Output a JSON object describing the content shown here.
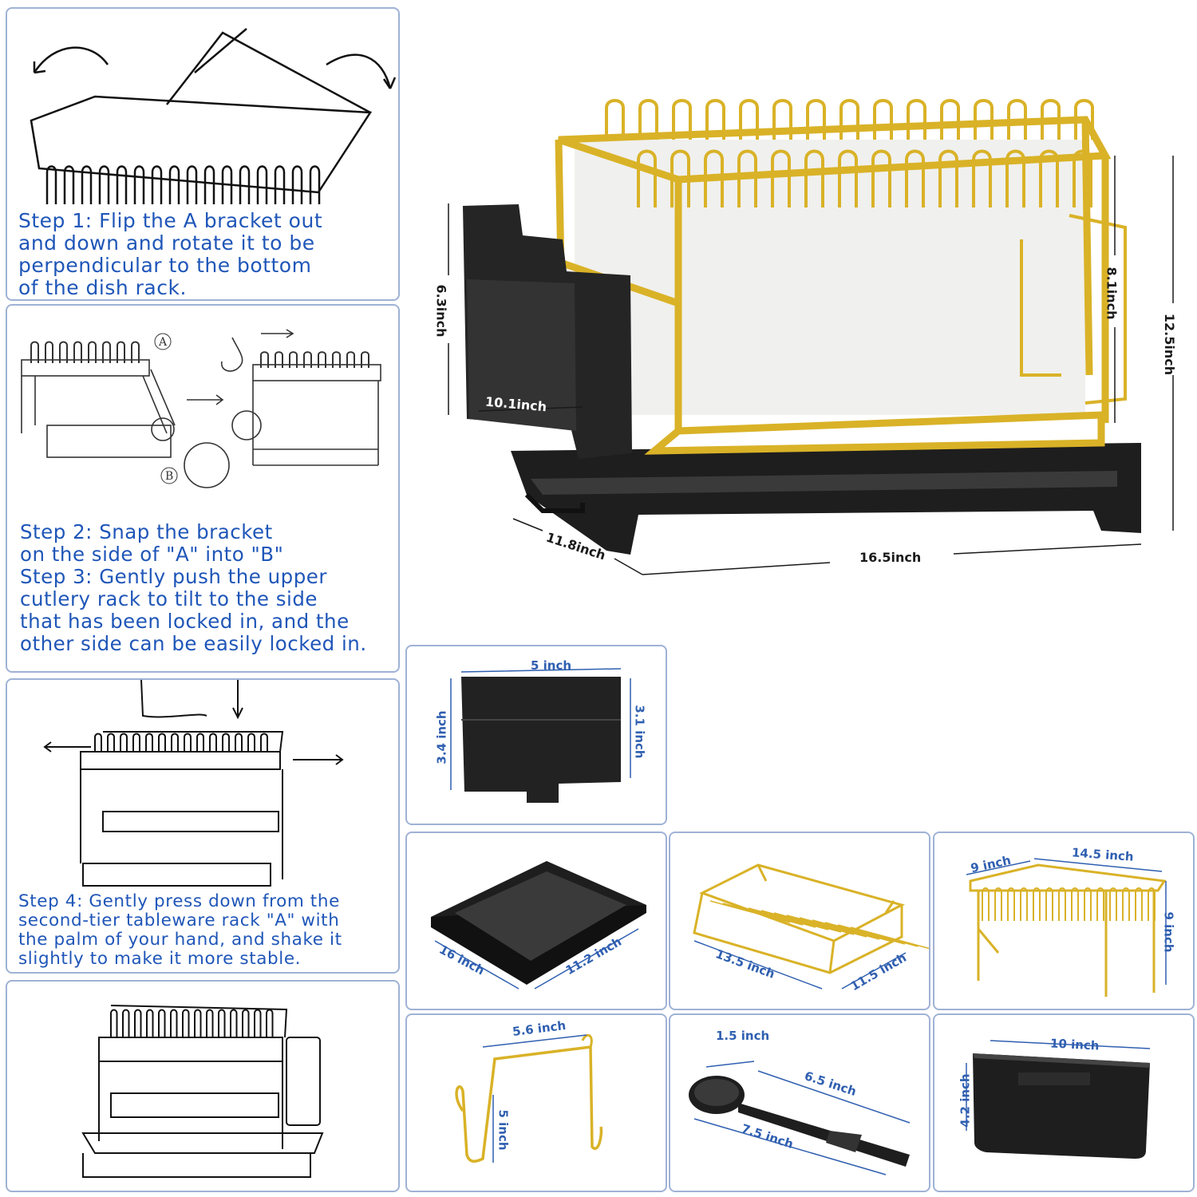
{
  "instructions": {
    "step1": "Step 1: Flip the A bracket out\nand down and rotate it to be\nperpendicular to the bottom\nof the dish rack.",
    "step2_3": "Step 2: Snap the bracket\non the side of \"A\" into \"B\"\nStep 3: Gently push the upper\ncutlery rack to tilt to the side\nthat has been locked in, and the\nother side can be easily locked in.",
    "step4": "Step 4: Gently press down from the\nsecond-tier tableware rack \"A\" with\nthe palm of your hand, and shake it\nslightly to make it more stable.",
    "label_a": "A",
    "label_b": "B"
  },
  "main_product": {
    "height_total": "12.5inch",
    "height_upper": "8.1inch",
    "holder_height": "6.3inch",
    "holder_length": "10.1inch",
    "depth": "11.8inch",
    "width": "16.5inch"
  },
  "parts": {
    "cutlery_cup": {
      "width": "5 inch",
      "height_left": "3.4 inch",
      "height_right": "3.1 inch"
    },
    "drain_tray": {
      "length": "16 inch",
      "width": "11.2 inch"
    },
    "lower_rack": {
      "length": "13.5 inch",
      "width": "11.5 inch"
    },
    "upper_rack": {
      "depth": "9 inch",
      "width": "14.5 inch",
      "height": "9 inch"
    },
    "side_hook": {
      "width": "5.6 inch",
      "height": "5 inch"
    },
    "spout": {
      "head": "1.5 inch",
      "body": "6.5 inch",
      "total": "7.5 inch"
    },
    "knife_box": {
      "length": "10 inch",
      "height": "4.2 inch"
    }
  },
  "colors": {
    "panel_border": "#9fb2d6",
    "step_text": "#1f56b8",
    "gold": "#d9b227",
    "black": "#1e1e1e",
    "dim_blue": "#2f5fb0"
  }
}
